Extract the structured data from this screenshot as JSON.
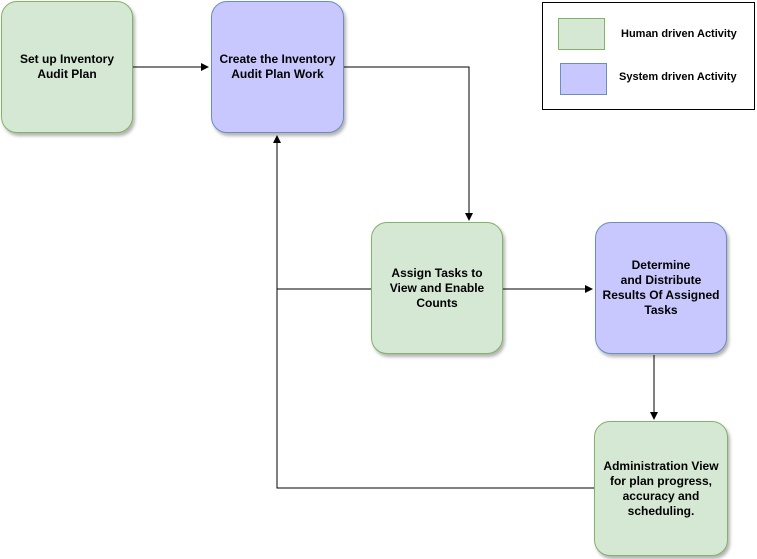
{
  "diagram": {
    "nodes": [
      {
        "id": "setup-plan",
        "label": "Set up Inventory\nAudit Plan",
        "kind": "human"
      },
      {
        "id": "create-plan-work",
        "label": "Create the Inventory\nAudit Plan Work",
        "kind": "system"
      },
      {
        "id": "assign-tasks",
        "label": "Assign Tasks to\nView and Enable\nCounts",
        "kind": "human"
      },
      {
        "id": "determine-results",
        "label": "Determine\nand Distribute\nResults Of Assigned\nTasks",
        "kind": "system"
      },
      {
        "id": "admin-view",
        "label": "Administration View\nfor plan progress,\naccuracy and\nscheduling.",
        "kind": "human"
      }
    ],
    "edges": [
      {
        "from": "setup-plan",
        "to": "create-plan-work"
      },
      {
        "from": "create-plan-work",
        "to": "assign-tasks"
      },
      {
        "from": "assign-tasks",
        "to": "determine-results"
      },
      {
        "from": "determine-results",
        "to": "admin-view"
      },
      {
        "from": "assign-tasks",
        "to": "create-plan-work"
      },
      {
        "from": "admin-view",
        "to": "create-plan-work"
      }
    ]
  },
  "legend": {
    "human_label": "Human driven Activity",
    "system_label": "System  driven Activity"
  },
  "colors": {
    "human_fill": "#d5e8d4",
    "human_stroke": "#82b366",
    "system_fill": "#c8c8ff",
    "system_stroke": "#6c8ebf",
    "connector": "#000000"
  }
}
